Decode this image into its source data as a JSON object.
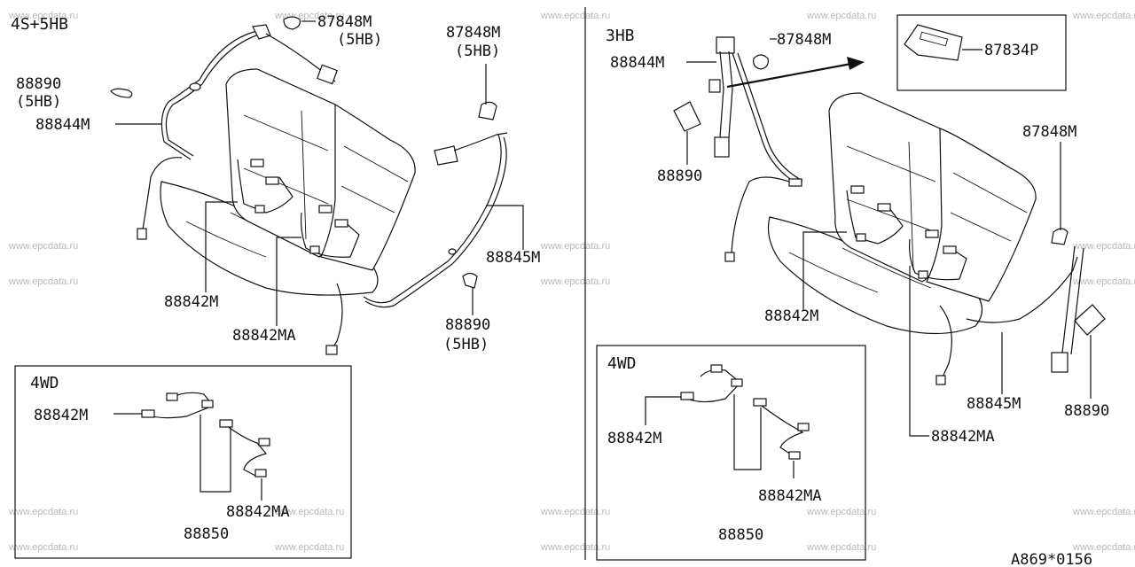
{
  "watermark": "www.epcdata.ru",
  "drawing_code": "A869*0156",
  "left_panel": {
    "title": "4S+5HB",
    "labels": {
      "l87848M_a": "87848M",
      "l5hb_a": "(5HB)",
      "l87848M_b": "87848M",
      "l5hb_b": "(5HB)",
      "l88890_a": "88890",
      "l5hb_c": "(5HB)",
      "l88844M": "88844M",
      "l88842M": "88842M",
      "l88842MA": "88842MA",
      "l88845M": "88845M",
      "l88890_b": "88890",
      "l5hb_d": "(5HB)"
    },
    "inset": {
      "title": "4WD",
      "l88842M": "88842M",
      "l88842MA": "88842MA",
      "l88850": "88850"
    }
  },
  "right_panel": {
    "title": "3HB",
    "labels": {
      "l87848M_a": "87848M",
      "l88844M": "88844M",
      "l87834P": "87834P",
      "l88890_a": "88890",
      "l87848M_b": "87848M",
      "l88842M": "88842M",
      "l88845M": "88845M",
      "l88890_b": "88890",
      "l88842MA": "88842MA"
    },
    "inset": {
      "title": "4WD",
      "l88842M": "88842M",
      "l88842MA": "88842MA",
      "l88850": "88850"
    }
  }
}
